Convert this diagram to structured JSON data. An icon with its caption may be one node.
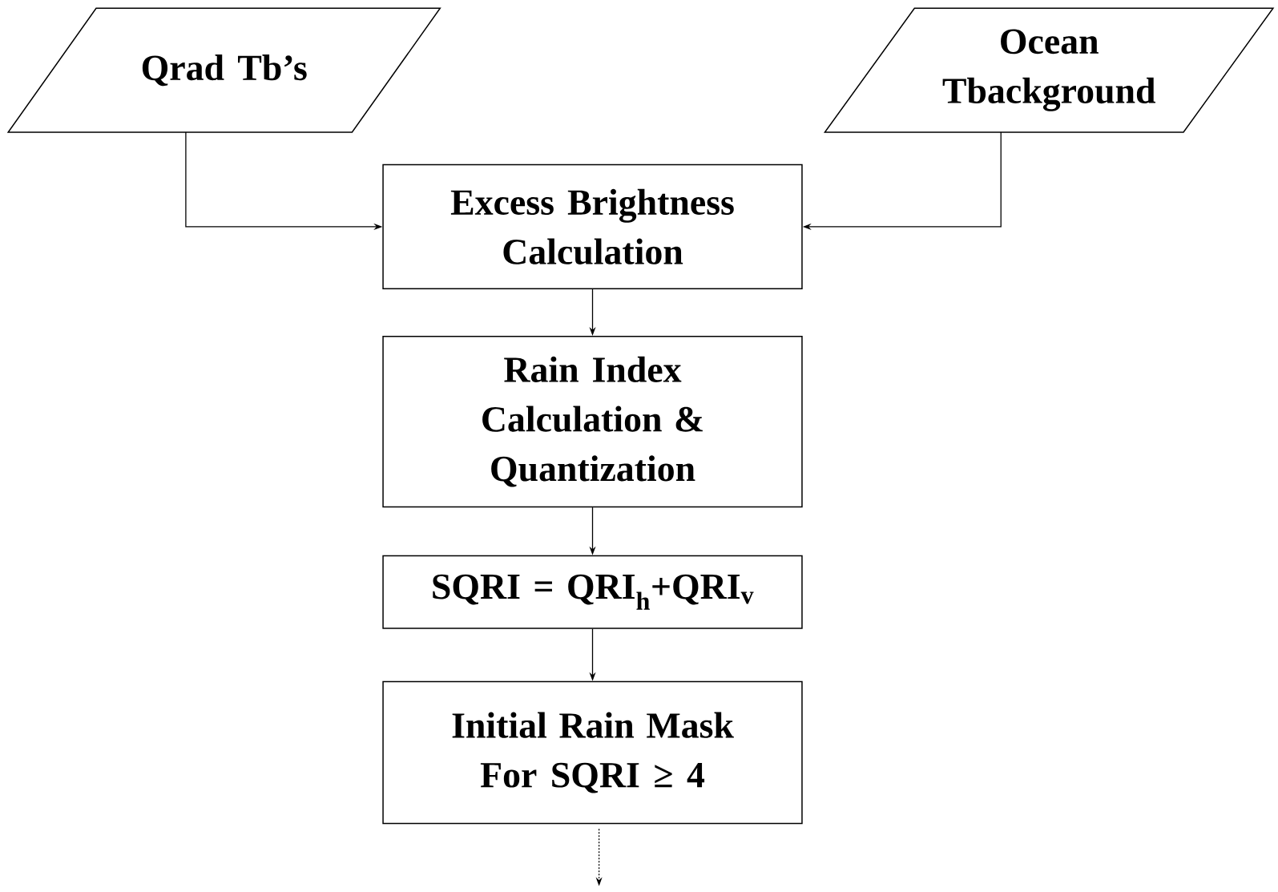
{
  "diagram": {
    "nodes": [
      {
        "text": [
          "Qrad Tb’s"
        ]
      },
      {
        "text": [
          "Ocean Tbackground"
        ]
      },
      {
        "text": [
          "Excess Brightness Calculation"
        ]
      },
      {
        "text": [
          "Rain Index Calculation & Quantization"
        ]
      },
      {
        "text": [
          "SQRI = QRI$_{h}$+QRI$_{v}$"
        ]
      },
      {
        "text": [
          "Initial Rain Mask For SQRI ≥ 4"
        ]
      }
    ],
    "edges": [
      {
        "from": 0,
        "to": 2,
        "arrow": "to"
      },
      {
        "from": 1,
        "to": 2,
        "arrow": "to"
      },
      {
        "from": 2,
        "to": 3,
        "arrow": "to"
      },
      {
        "from": 3,
        "to": 4,
        "arrow": "to"
      },
      {
        "from": 4,
        "to": 5,
        "arrow": "to"
      },
      {
        "from": 5,
        "to": null,
        "arrow": "to",
        "style": "dashed"
      }
    ]
  }
}
